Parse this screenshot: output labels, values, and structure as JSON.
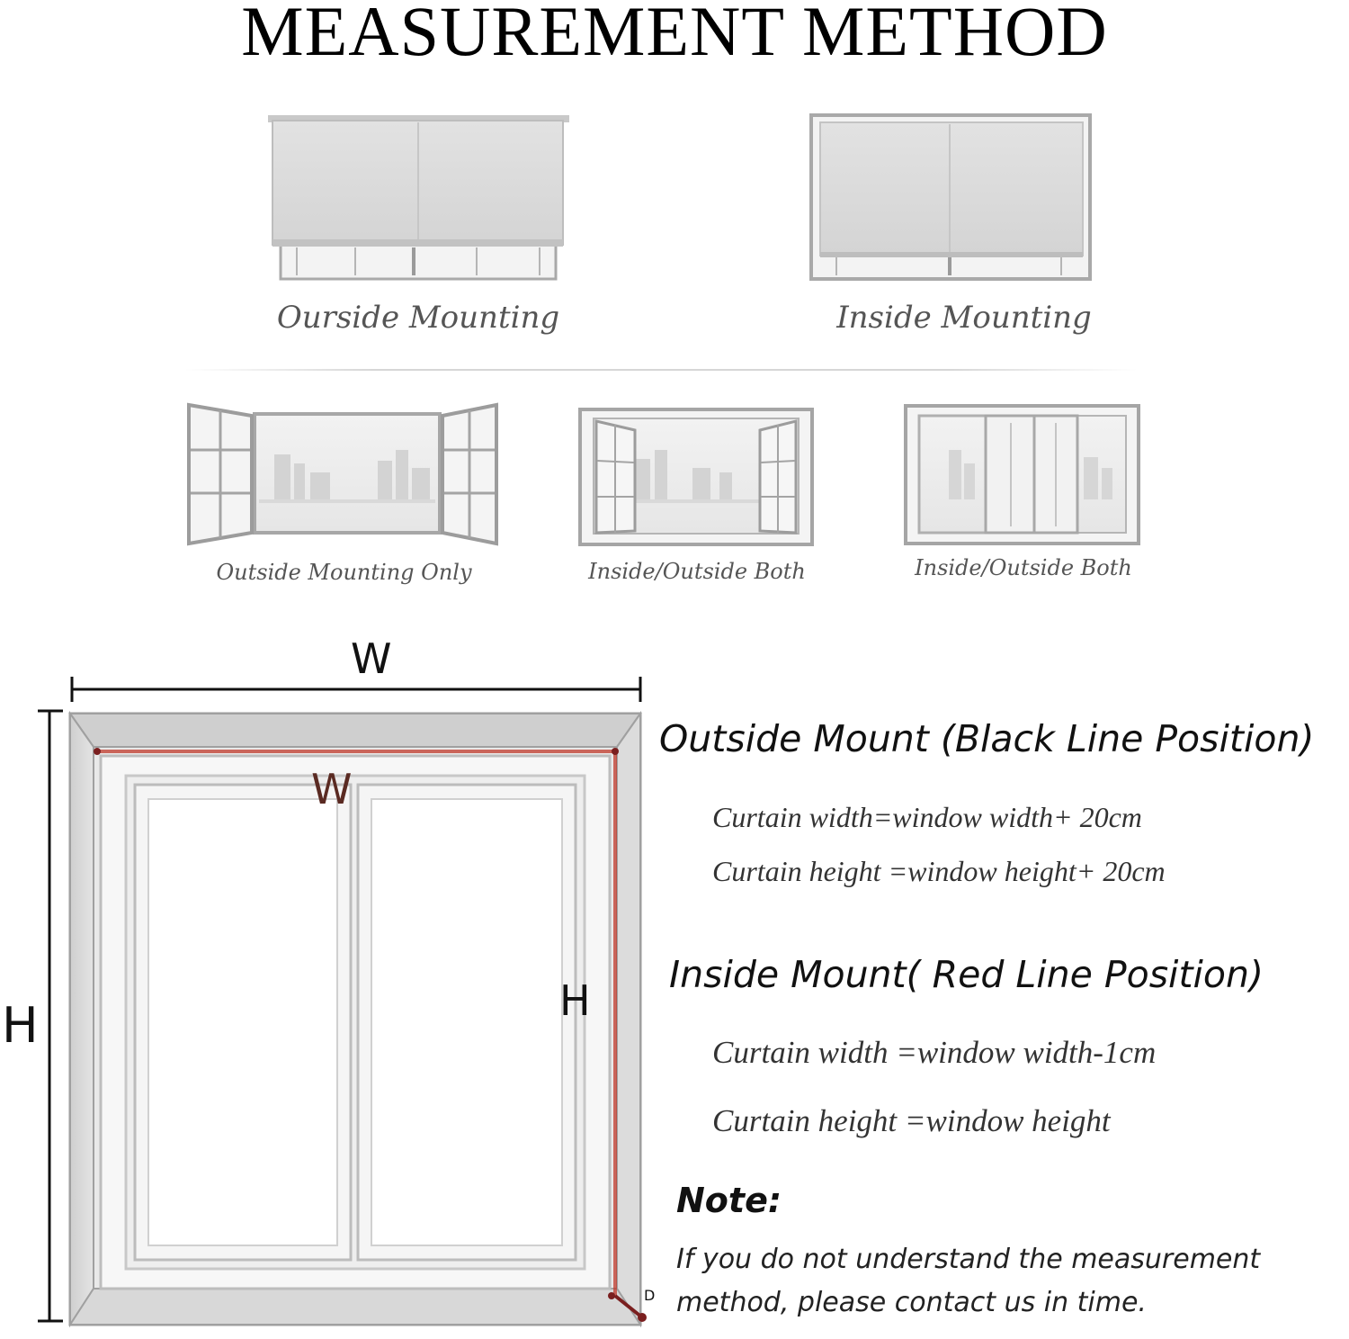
{
  "title": "MEASUREMENT METHOD",
  "mounting_examples": [
    {
      "caption": "Ourside Mounting"
    },
    {
      "caption": "Inside Mounting"
    }
  ],
  "window_examples": [
    {
      "caption": "Outside Mounting Only"
    },
    {
      "caption": "Inside/Outside Both"
    },
    {
      "caption": "Inside/Outside Both"
    }
  ],
  "diagram": {
    "outer_width_label": "W",
    "outer_height_label": "H",
    "inner_width_label": "W",
    "inner_height_label": "H",
    "depth_label": "D",
    "outside_line_color": "#111111",
    "inside_line_color": "#c0392b"
  },
  "outside_mount": {
    "heading": "Outside Mount (Black Line Position)",
    "width_rule": "Curtain width=window width+ 20cm",
    "height_rule": "Curtain height =window height+ 20cm"
  },
  "inside_mount": {
    "heading": "Inside Mount( Red Line Position)",
    "width_rule": "Curtain width =window width-1cm",
    "height_rule": "Curtain height =window height"
  },
  "note": {
    "title": "Note:",
    "line1": "If you do not understand the measurement",
    "line2": "method, please contact us in time."
  }
}
